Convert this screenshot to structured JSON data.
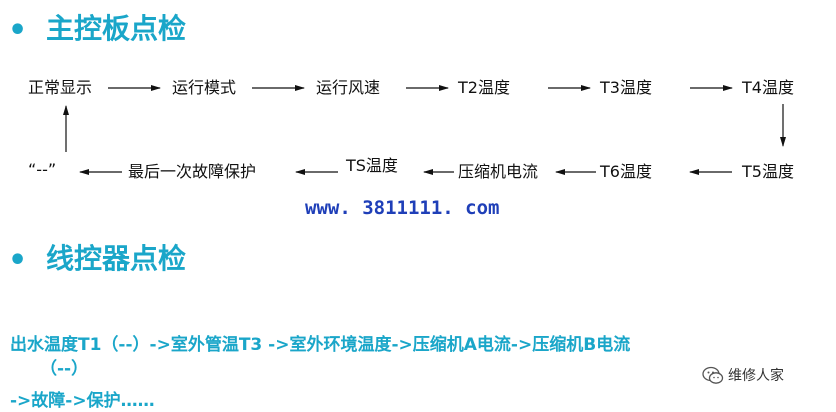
{
  "colors": {
    "accent": "#1aa6c9",
    "link": "#1f3fb8",
    "arrow": "#111111"
  },
  "section1": {
    "bullet": "•",
    "title": "主控板点检",
    "flow": {
      "row1": [
        "正常显示",
        "运行模式",
        "运行风速",
        "T2温度",
        "T3温度",
        "T4温度"
      ],
      "row2": [
        "T5温度",
        "T6温度",
        "压缩机电流",
        "TS温度",
        "最后一次故障保护",
        "“--”"
      ]
    },
    "url": "www. 3811111. com"
  },
  "section2": {
    "bullet": "•",
    "title": "线控器点检",
    "sequence": {
      "line1": "出水温度T1（--）->室外管温T3 ->室外环境温度->压缩机A电流->压缩机B电流",
      "line2": "（--）",
      "line3": "->故障->保护……"
    }
  },
  "watermark": {
    "icon": "wechat-icon",
    "text": "维修人家"
  }
}
